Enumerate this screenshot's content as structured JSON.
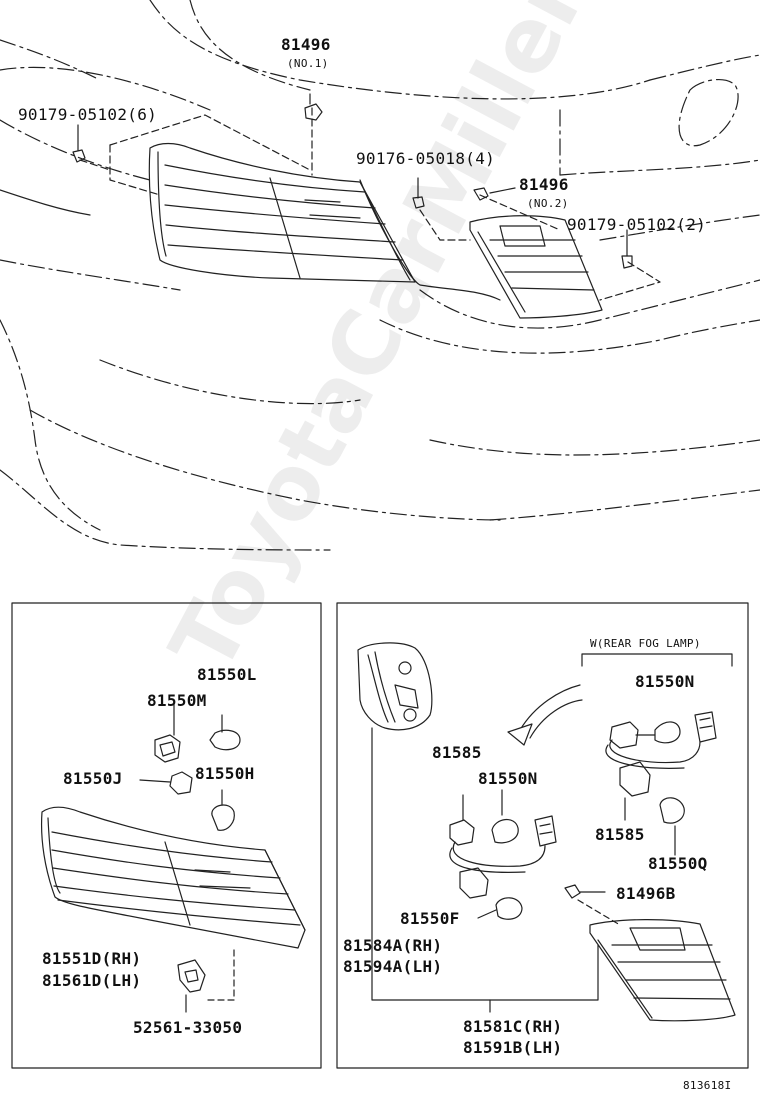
{
  "watermark": "ToyotaCarMiller.ru",
  "figure_id": "813618I",
  "upper": {
    "p81496_1": "81496",
    "p81496_1_note": "(NO.1)",
    "p90179_6": "90179-05102(6)",
    "p90176_4": "90176-05018(4)",
    "p81496_2": "81496",
    "p81496_2_note": "(NO.2)",
    "p90179_2": "90179-05102(2)"
  },
  "left_panel": {
    "p81550L": "81550L",
    "p81550M": "81550M",
    "p81550J": "81550J",
    "p81550H": "81550H",
    "p81551D": "81551D(RH)",
    "p81561D": "81561D(LH)",
    "p52561": "52561-33050"
  },
  "right_panel": {
    "fog_lamp_label": "W(REAR FOG LAMP)",
    "p81550N_top": "81550N",
    "p81585_left": "81585",
    "p81550N_mid": "81550N",
    "p81585_right": "81585",
    "p81550Q": "81550Q",
    "p81496B": "81496B",
    "p81550F": "81550F",
    "p81584A": "81584A(RH)",
    "p81594A": "81594A(LH)",
    "p81581C": "81581C(RH)",
    "p81591B": "81591B(LH)"
  }
}
